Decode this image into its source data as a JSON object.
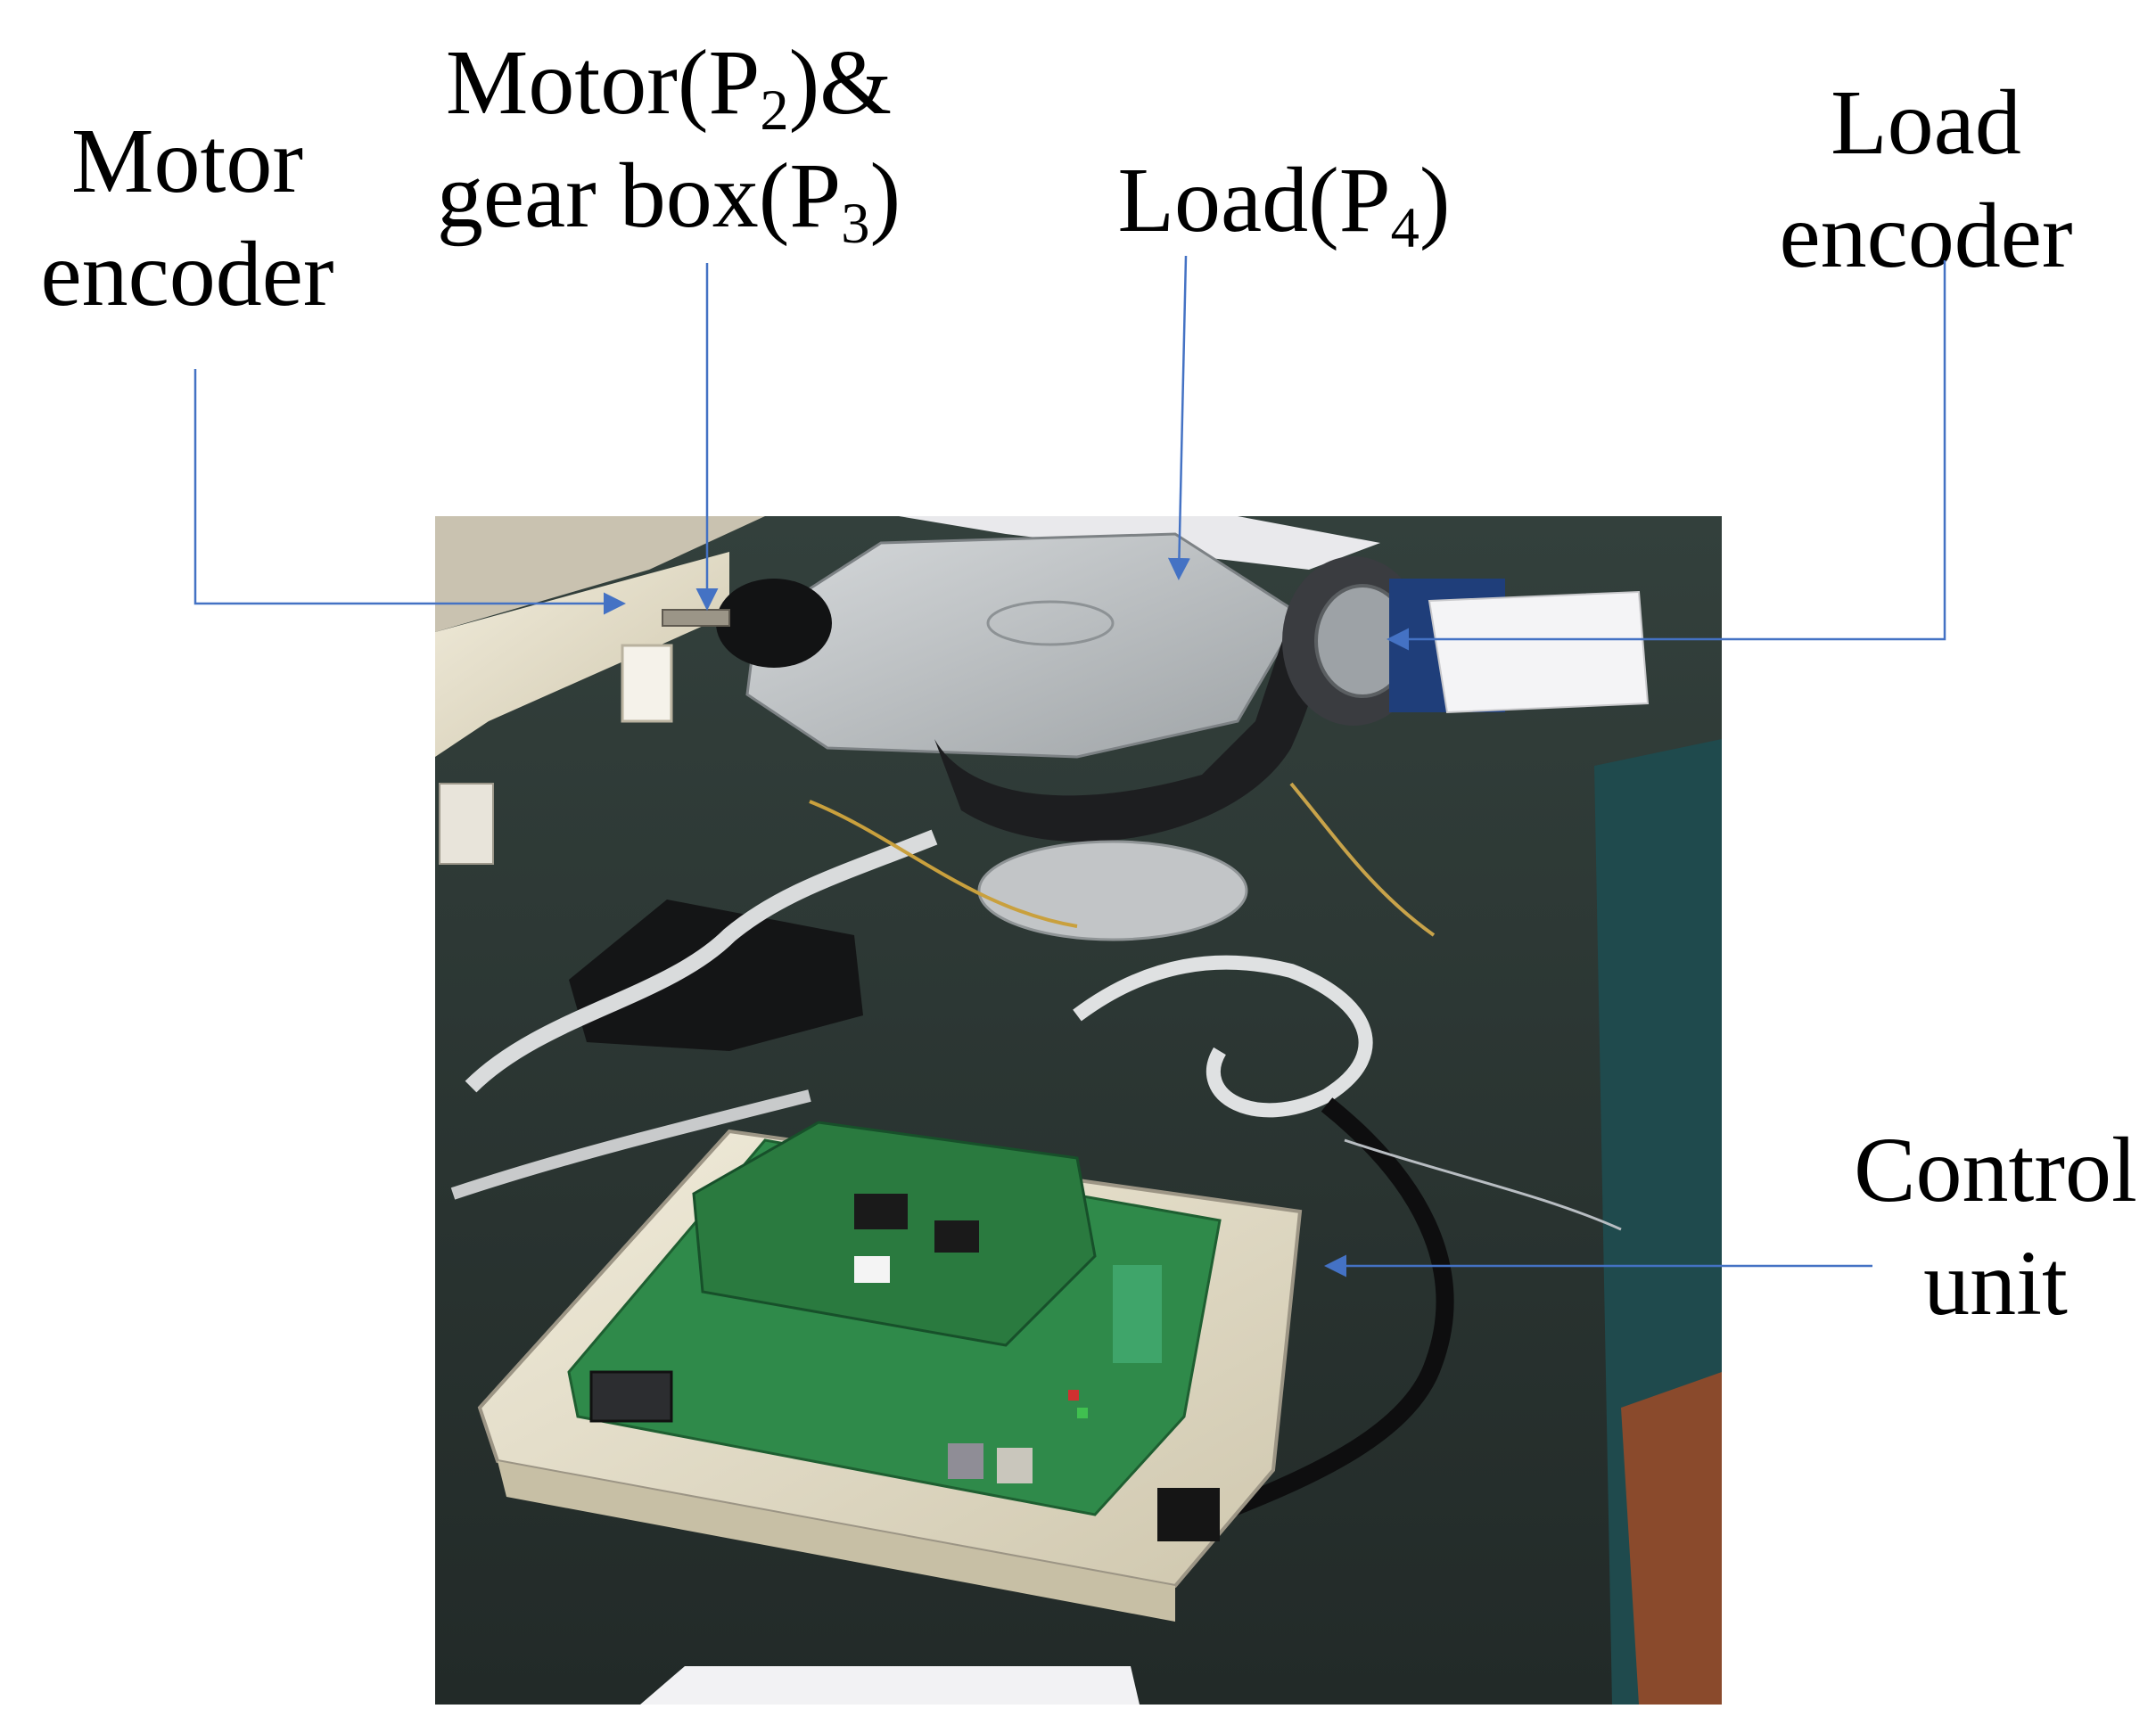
{
  "labels": {
    "motor_encoder": {
      "line1": "Motor",
      "line2": "encoder"
    },
    "motor_gearbox": {
      "line1_prefix": "Motor(P",
      "line1_sub": "2",
      "line1_suffix": ")&",
      "line2_prefix": "gear box(P",
      "line2_sub": "3",
      "line2_suffix": ")"
    },
    "load": {
      "prefix": "Load(P",
      "sub": "4",
      "suffix": ")"
    },
    "load_encoder": {
      "line1": "Load",
      "line2": "encoder"
    },
    "control_unit": {
      "line1": "Control",
      "line2": "unit"
    }
  },
  "colors": {
    "arrow": "#4472c4",
    "table": "#2b3432",
    "wall": "#ece6d6",
    "aluminum": "#b9bcbe",
    "pcb": "#2f8a4a",
    "enclosure": "#e9e3cf"
  }
}
